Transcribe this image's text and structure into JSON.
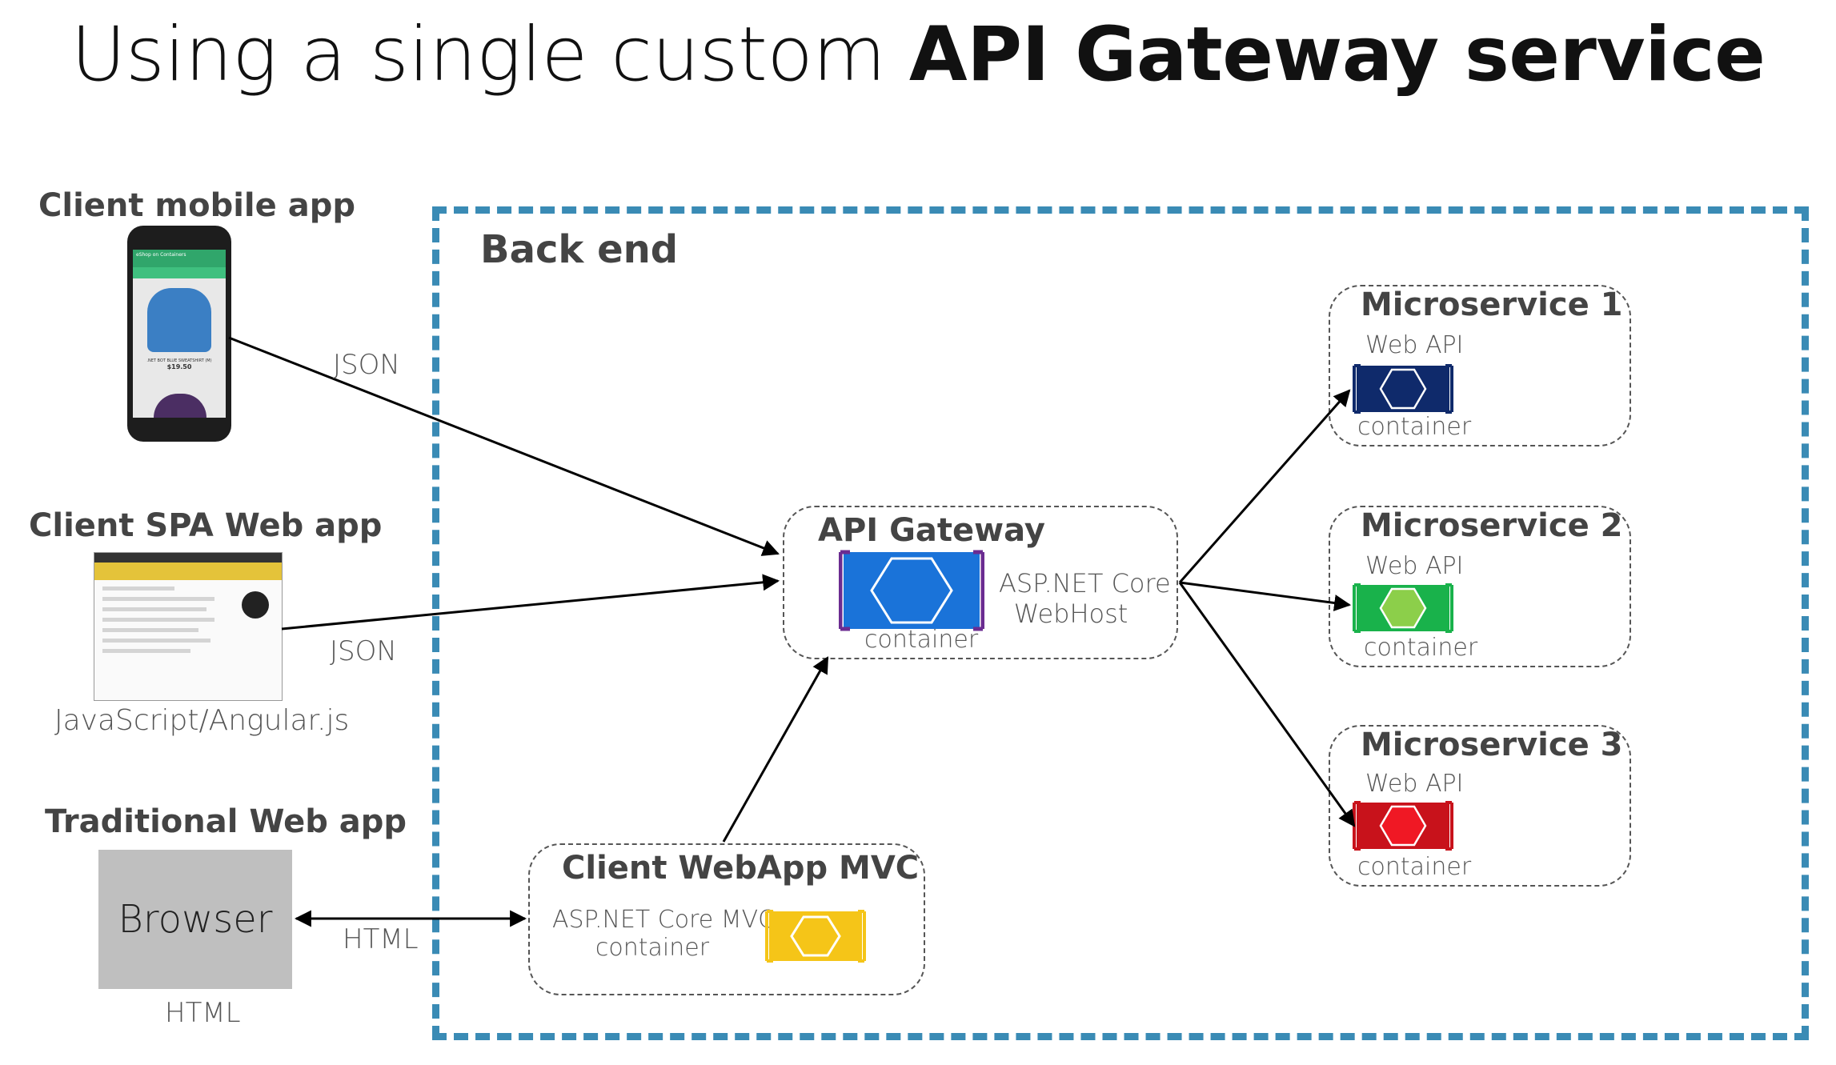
{
  "title": {
    "prefix": "Using a single custom",
    "bold": "API Gateway service"
  },
  "clients": {
    "mobile": {
      "heading": "Client mobile app",
      "screen_title": "eShop on Containers",
      "product": ".NET BOT BLUE SWEATSHIRT (M)",
      "price": "$19.50"
    },
    "spa": {
      "heading": "Client SPA Web app",
      "caption": "JavaScript/Angular.js"
    },
    "traditional": {
      "heading": "Traditional Web app",
      "browser": "Browser",
      "caption": "HTML"
    }
  },
  "backend": {
    "label": "Back end"
  },
  "gateway": {
    "title": "API Gateway",
    "host_line1": "ASP.NET Core",
    "host_line2": "WebHost",
    "container": "container"
  },
  "webapp": {
    "title": "Client WebApp MVC",
    "line1": "ASP.NET Core MVC",
    "line2": "container"
  },
  "microservices": [
    {
      "title": "Microservice 1",
      "api": "Web API",
      "container": "container",
      "color": "#0f2a6b"
    },
    {
      "title": "Microservice 2",
      "api": "Web API",
      "container": "container",
      "color": "#19b24b"
    },
    {
      "title": "Microservice 3",
      "api": "Web API",
      "container": "container",
      "color": "#c8121b"
    }
  ],
  "edges": {
    "mobile_json": "JSON",
    "spa_json": "JSON",
    "browser_html": "HTML"
  },
  "colors": {
    "backend_border": "#3a8bb5",
    "gateway_container": "#1a73d9",
    "gateway_bracket": "#6b2c91",
    "webapp_container": "#f5c518"
  }
}
